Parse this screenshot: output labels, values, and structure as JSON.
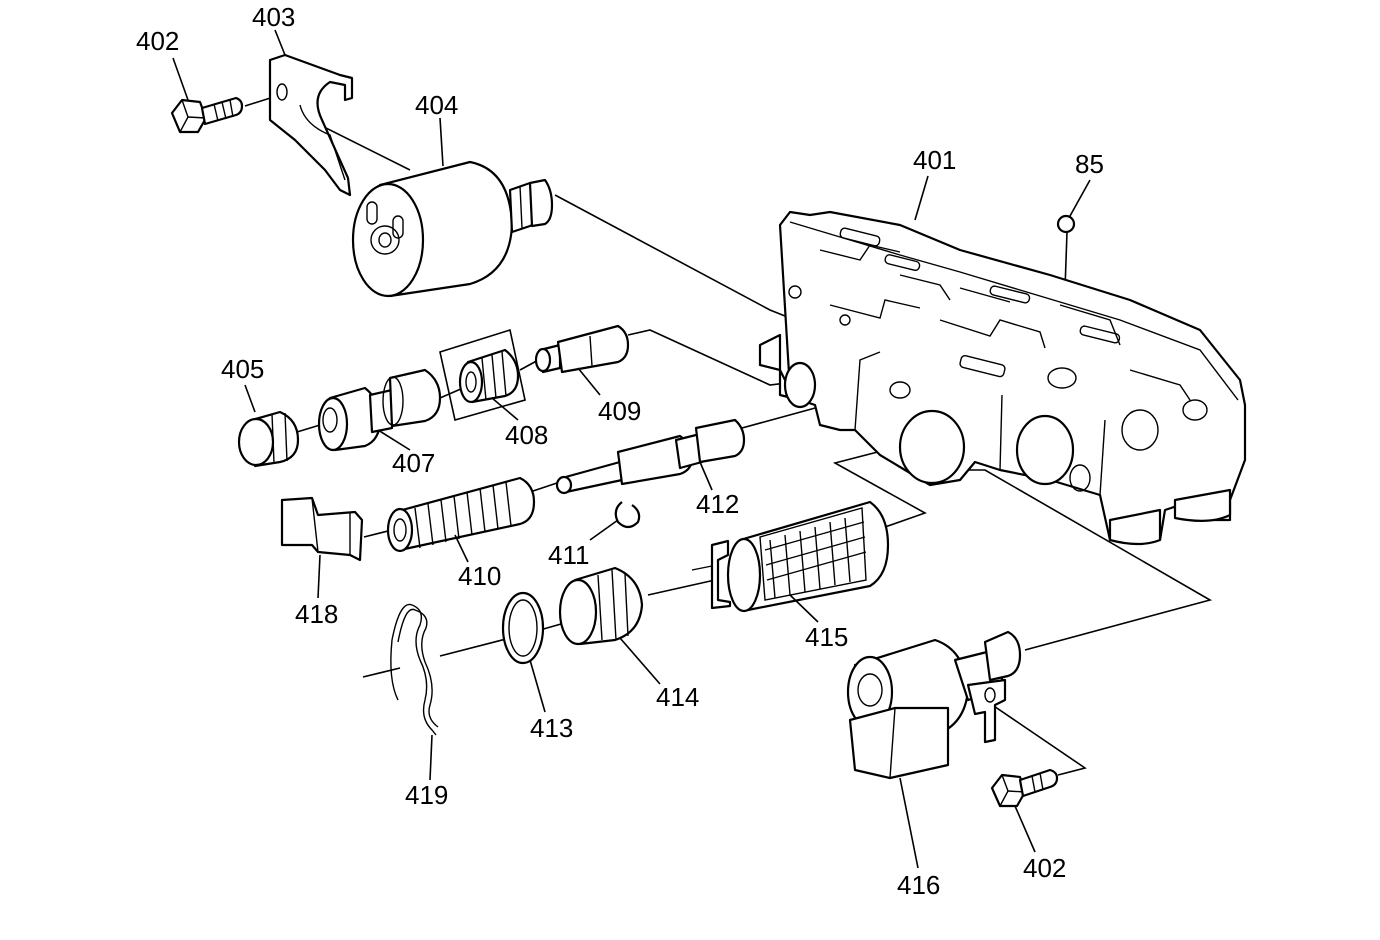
{
  "diagram": {
    "labels": {
      "l402a": "402",
      "l403": "403",
      "l404": "404",
      "l401": "401",
      "l85": "85",
      "l405": "405",
      "l407": "407",
      "l408": "408",
      "l409": "409",
      "l410": "410",
      "l411": "411",
      "l412": "412",
      "l413": "413",
      "l414": "414",
      "l415": "415",
      "l416": "416",
      "l402b": "402",
      "l418": "418",
      "l419": "419"
    }
  }
}
